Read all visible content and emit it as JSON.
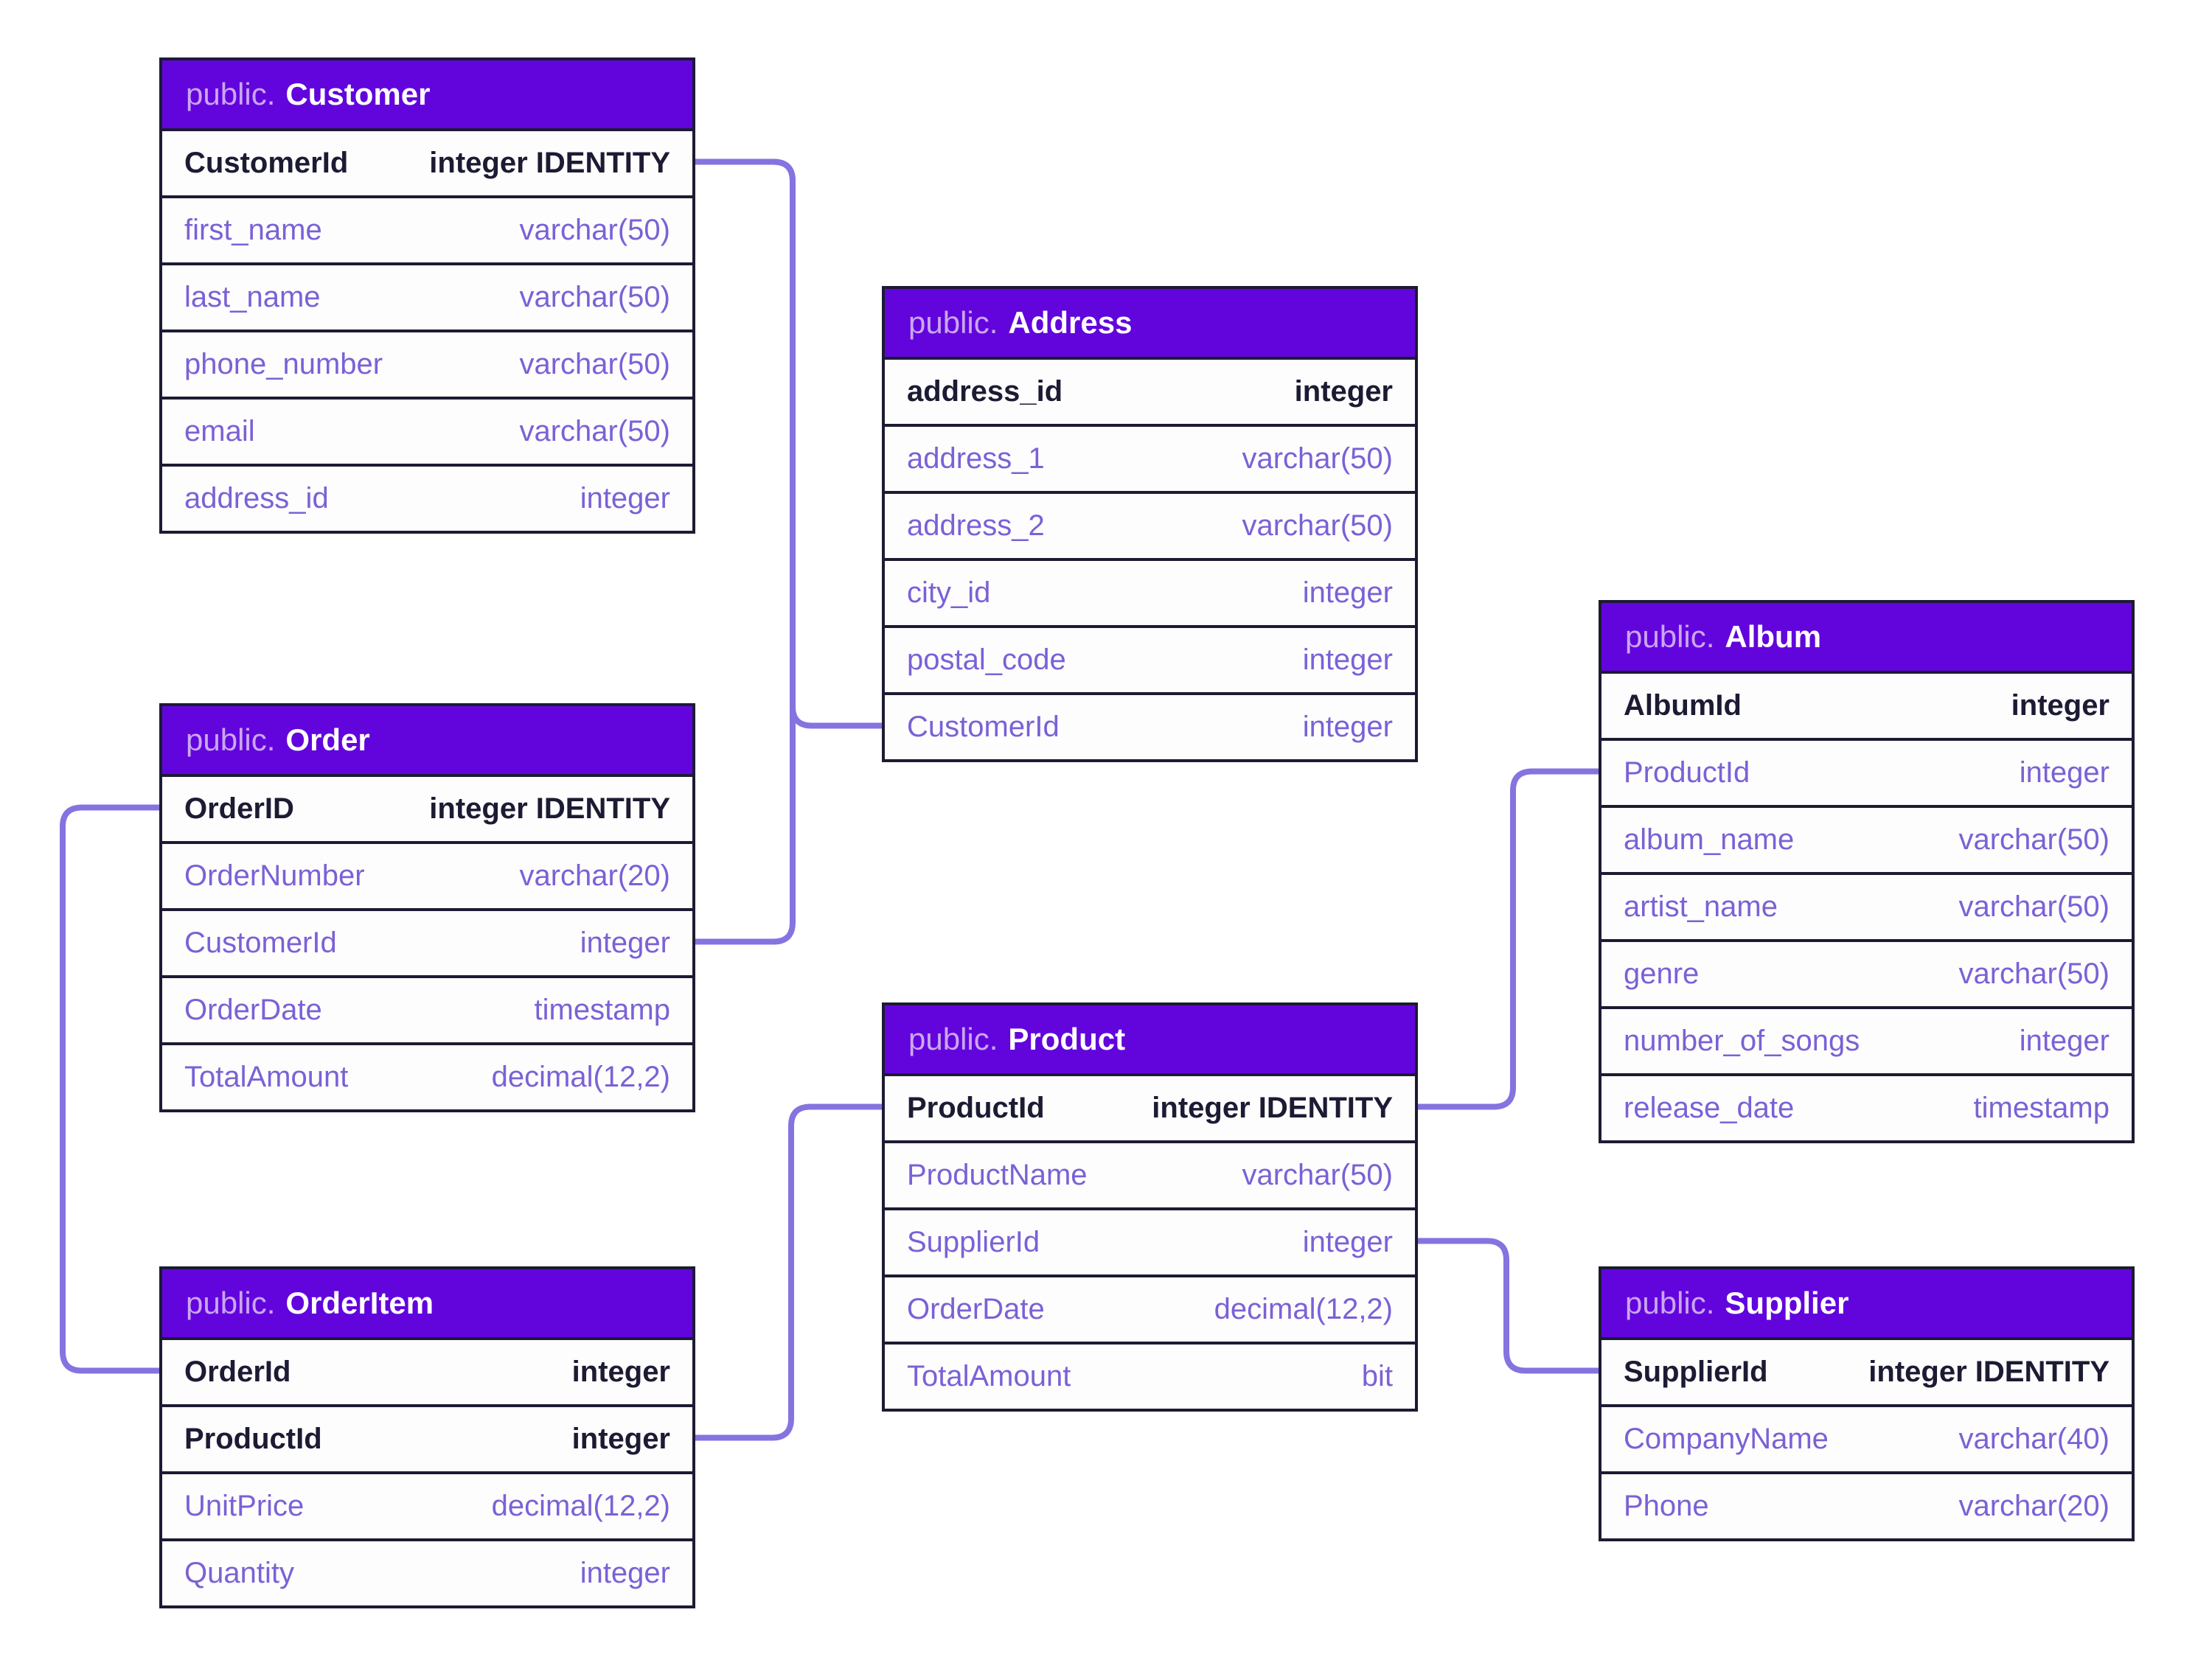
{
  "diagram": {
    "schema_label": "public.",
    "colors": {
      "table_header_bg": "#6205dd",
      "schema_text": "#cba6f2",
      "table_name_text": "#ffffff",
      "primary_key_text": "#1c1b33",
      "column_text": "#7b61d6",
      "table_border": "#1c1b33",
      "relationship_line": "#8673e0",
      "canvas_bg": "#ffffff"
    },
    "tables": [
      {
        "id": "customer",
        "title": "Customer",
        "columns": [
          {
            "name": "CustomerId",
            "type": "integer IDENTITY",
            "key": true
          },
          {
            "name": "first_name",
            "type": "varchar(50)",
            "key": false
          },
          {
            "name": "last_name",
            "type": "varchar(50)",
            "key": false
          },
          {
            "name": "phone_number",
            "type": "varchar(50)",
            "key": false
          },
          {
            "name": "email",
            "type": "varchar(50)",
            "key": false
          },
          {
            "name": "address_id",
            "type": "integer",
            "key": false
          }
        ]
      },
      {
        "id": "address",
        "title": "Address",
        "columns": [
          {
            "name": "address_id",
            "type": "integer",
            "key": true
          },
          {
            "name": "address_1",
            "type": "varchar(50)",
            "key": false
          },
          {
            "name": "address_2",
            "type": "varchar(50)",
            "key": false
          },
          {
            "name": "city_id",
            "type": "integer",
            "key": false
          },
          {
            "name": "postal_code",
            "type": "integer",
            "key": false
          },
          {
            "name": "CustomerId",
            "type": "integer",
            "key": false
          }
        ]
      },
      {
        "id": "album",
        "title": "Album",
        "columns": [
          {
            "name": "AlbumId",
            "type": "integer",
            "key": true
          },
          {
            "name": "ProductId",
            "type": "integer",
            "key": false
          },
          {
            "name": "album_name",
            "type": "varchar(50)",
            "key": false
          },
          {
            "name": "artist_name",
            "type": "varchar(50)",
            "key": false
          },
          {
            "name": "genre",
            "type": "varchar(50)",
            "key": false
          },
          {
            "name": "number_of_songs",
            "type": "integer",
            "key": false
          },
          {
            "name": "release_date",
            "type": "timestamp",
            "key": false
          }
        ]
      },
      {
        "id": "order",
        "title": "Order",
        "columns": [
          {
            "name": "OrderID",
            "type": "integer IDENTITY",
            "key": true
          },
          {
            "name": "OrderNumber",
            "type": "varchar(20)",
            "key": false
          },
          {
            "name": "CustomerId",
            "type": "integer",
            "key": false
          },
          {
            "name": "OrderDate",
            "type": "timestamp",
            "key": false
          },
          {
            "name": "TotalAmount",
            "type": "decimal(12,2)",
            "key": false
          }
        ]
      },
      {
        "id": "product",
        "title": "Product",
        "columns": [
          {
            "name": "ProductId",
            "type": "integer IDENTITY",
            "key": true
          },
          {
            "name": "ProductName",
            "type": "varchar(50)",
            "key": false
          },
          {
            "name": "SupplierId",
            "type": "integer",
            "key": false
          },
          {
            "name": "OrderDate",
            "type": "decimal(12,2)",
            "key": false
          },
          {
            "name": "TotalAmount",
            "type": "bit",
            "key": false
          }
        ]
      },
      {
        "id": "orderitem",
        "title": "OrderItem",
        "columns": [
          {
            "name": "OrderId",
            "type": "integer",
            "key": true
          },
          {
            "name": "ProductId",
            "type": "integer",
            "key": true
          },
          {
            "name": "UnitPrice",
            "type": "decimal(12,2)",
            "key": false
          },
          {
            "name": "Quantity",
            "type": "integer",
            "key": false
          }
        ]
      },
      {
        "id": "supplier",
        "title": "Supplier",
        "columns": [
          {
            "name": "SupplierId",
            "type": "integer IDENTITY",
            "key": true
          },
          {
            "name": "CompanyName",
            "type": "varchar(40)",
            "key": false
          },
          {
            "name": "Phone",
            "type": "varchar(20)",
            "key": false
          }
        ]
      }
    ],
    "relationships": [
      {
        "from": "customer.CustomerId",
        "to": "address.CustomerId"
      },
      {
        "from": "customer.CustomerId",
        "to": "order.CustomerId"
      },
      {
        "from": "order.OrderID",
        "to": "orderitem.OrderId"
      },
      {
        "from": "orderitem.ProductId",
        "to": "product.ProductId"
      },
      {
        "from": "product.ProductId",
        "to": "album.ProductId"
      },
      {
        "from": "product.SupplierId",
        "to": "supplier.SupplierId"
      }
    ]
  }
}
